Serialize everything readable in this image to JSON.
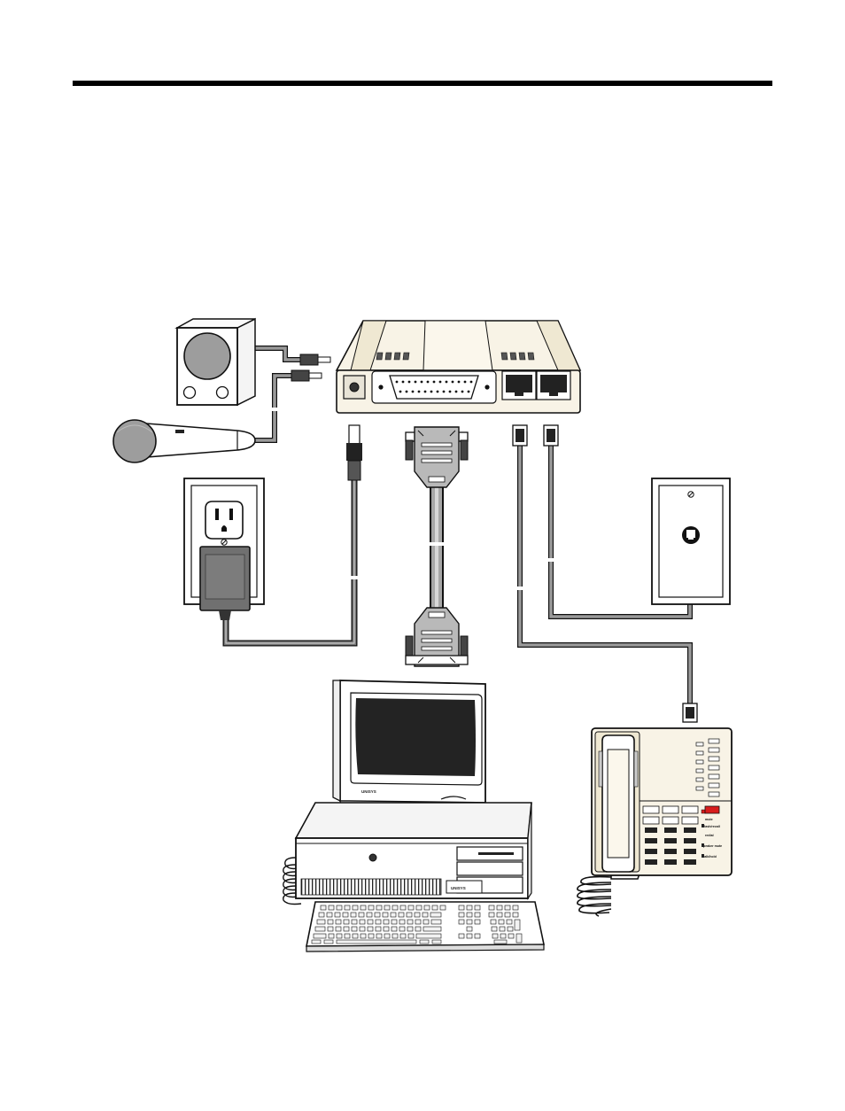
{
  "page": {
    "header_rule": true
  },
  "diagram": {
    "components": [
      {
        "id": "speaker",
        "icon": "speaker-icon"
      },
      {
        "id": "microphone",
        "icon": "microphone-icon"
      },
      {
        "id": "modem",
        "icon": "modem-icon"
      },
      {
        "id": "wall-outlet",
        "icon": "power-outlet-icon"
      },
      {
        "id": "power-adapter",
        "icon": "power-adapter-icon"
      },
      {
        "id": "rs232-cable",
        "icon": "db25-cable-icon"
      },
      {
        "id": "phone-wall-jack",
        "icon": "phone-jack-icon"
      },
      {
        "id": "computer",
        "icon": "desktop-computer-icon"
      },
      {
        "id": "telephone",
        "icon": "telephone-icon"
      }
    ],
    "monitor_brand": "UNISYS",
    "cpu_brand": "UNISYS",
    "phone_keys": [
      "mute",
      "flash/recall",
      "redial",
      "speaker mute",
      "talk/hold"
    ],
    "colors": {
      "device_fill": "#f8f3e6",
      "cable_gray": "#8c8c8c",
      "dark_cable": "#3a3a3a",
      "outline": "#111111",
      "hold_button": "#d81d1d"
    }
  }
}
